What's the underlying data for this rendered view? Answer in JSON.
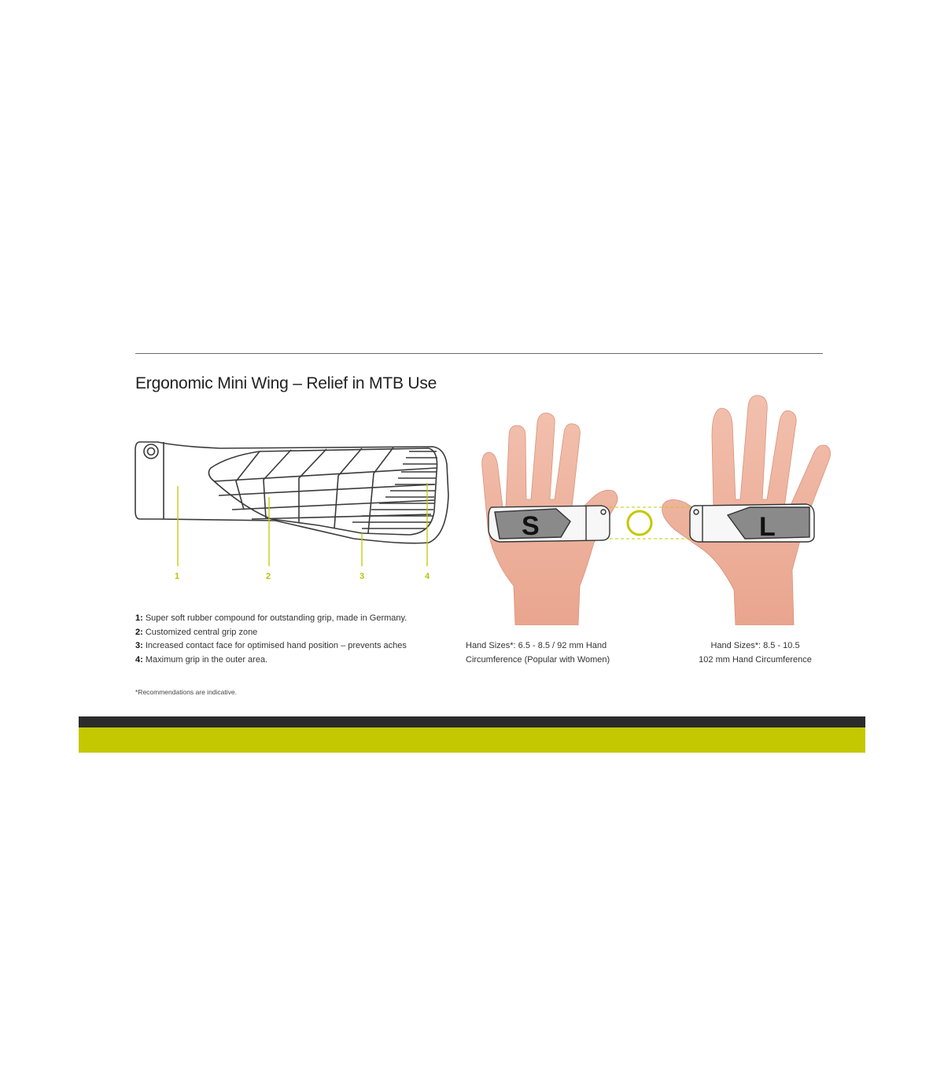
{
  "document": {
    "title": "Ergonomic Mini Wing – Relief in MTB Use",
    "callouts": [
      "1",
      "2",
      "3",
      "4"
    ],
    "features": [
      {
        "num": "1:",
        "text": "Super soft rubber compound for outstanding grip, made in Germany."
      },
      {
        "num": "2:",
        "text": "Customized central grip zone"
      },
      {
        "num": "3:",
        "text": "Increased contact face for optimised hand position – prevents aches"
      },
      {
        "num": "4:",
        "text": "Maximum grip in the outer area."
      }
    ],
    "footnote": "*Recommendations are indicative.",
    "sizes": {
      "small": {
        "letter": "S",
        "line1": "Hand Sizes*: 6.5 - 8.5 / 92 mm Hand",
        "line2": "Circumference (Popular with Women)"
      },
      "large": {
        "letter": "L",
        "line1": "Hand Sizes*: 8.5 - 10.5",
        "line2": "102 mm Hand Circumference"
      }
    }
  },
  "colors": {
    "accent": "#c4c800",
    "dark_bar": "#2b2b2b",
    "skin": "#f0b9a4"
  }
}
